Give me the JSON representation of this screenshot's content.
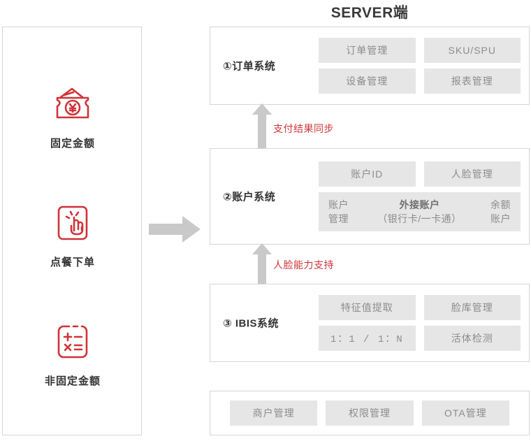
{
  "header": {
    "title": "SERVER端"
  },
  "colors": {
    "accent_red": "#d0343a",
    "tile_bg": "#e6e6e6",
    "tile_text": "#8c8c8c",
    "border": "#d5d5d5",
    "arrow_gray": "#c9c9c9"
  },
  "sidebar": {
    "items": [
      {
        "icon": "banknote-yen-icon",
        "label": "固定金额"
      },
      {
        "icon": "tap-order-icon",
        "label": "点餐下单"
      },
      {
        "icon": "calculator-icon",
        "label": "非固定金额"
      }
    ]
  },
  "flow": {
    "client_to_server_arrow": "right-arrow-icon",
    "connectors": [
      {
        "icon": "up-arrow-icon",
        "label": "支付结果同步"
      },
      {
        "icon": "up-arrow-icon",
        "label": "人脸能力支持"
      }
    ]
  },
  "panels": [
    {
      "title": "①订单系统",
      "rows": [
        [
          "订单管理",
          "SKU/SPU"
        ],
        [
          "设备管理",
          "报表管理"
        ]
      ]
    },
    {
      "title": "②账户系统",
      "rows": [
        [
          "账户ID",
          "人脸管理"
        ]
      ],
      "wide_tile": {
        "left": {
          "line1": "账户",
          "line2": "管理"
        },
        "center": {
          "line1": "外接账户",
          "line2": "（银行卡/一卡通）"
        },
        "right": {
          "line1": "余额",
          "line2": "账户"
        }
      }
    },
    {
      "title": "③ IBIS系统",
      "rows": [
        [
          "特征值提取",
          "脸库管理"
        ],
        [
          "1：1 / 1：N",
          "活体检测"
        ]
      ]
    },
    {
      "title": "",
      "rows": [
        [
          "商户管理",
          "权限管理",
          "OTA管理"
        ]
      ]
    }
  ]
}
